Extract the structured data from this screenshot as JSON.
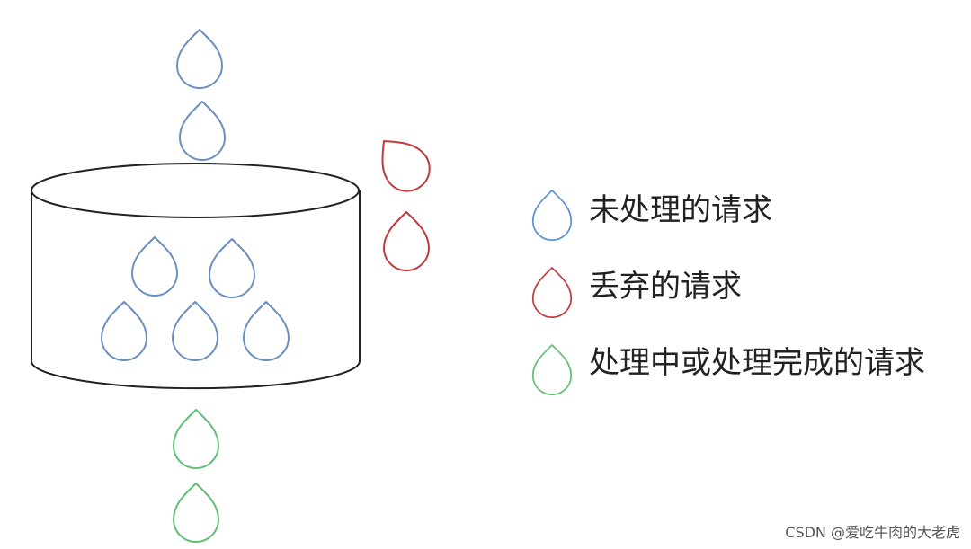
{
  "colors": {
    "pending": "#6a8fbf",
    "dropped": "#c0393b",
    "processed": "#5fbf72",
    "bucket_stroke": "#222222",
    "legend_pending": "#5b8fd0",
    "legend_dropped": "#c0393b",
    "legend_processed": "#5fbf72"
  },
  "legend": [
    {
      "key": "pending",
      "label": "未处理的请求"
    },
    {
      "key": "dropped",
      "label": "丢弃的请求"
    },
    {
      "key": "processed",
      "label": "处理中或处理完成的请求"
    }
  ],
  "watermark": "CSDN @爱吃牛肉的大老虎",
  "icons": {
    "drop": "water-drop-icon",
    "bucket": "bucket-cylinder"
  }
}
